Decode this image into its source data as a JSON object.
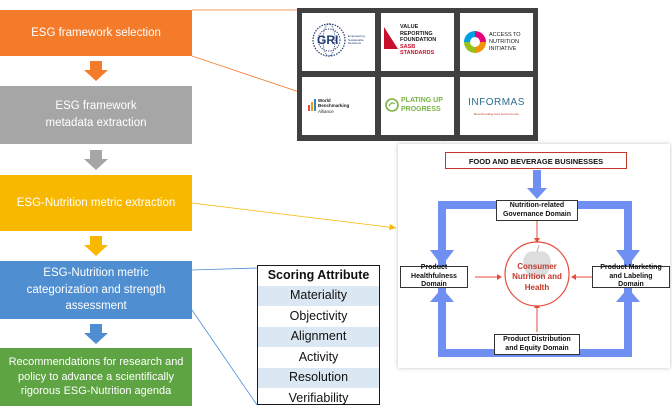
{
  "steps": [
    {
      "label": "ESG framework selection",
      "color": "#f47b2a"
    },
    {
      "label": "ESG framework\nmetadata  extraction",
      "color": "#a6a6a6"
    },
    {
      "label": "ESG-Nutrition metric extraction",
      "color": "#f9b800"
    },
    {
      "label": "ESG-Nutrition metric categorization and strength assessment",
      "color": "#4f8ed0"
    },
    {
      "label": "Recommendations for research and policy to advance a scientifically rigorous ESG-Nutrition agenda",
      "color": "#5ea443"
    }
  ],
  "logos": {
    "gri": {
      "name": "GRI",
      "tagline": "Empowering Sustainable Decisions"
    },
    "vrf": {
      "line1": "VALUE",
      "line2": "REPORTING",
      "line3": "FOUNDATION",
      "line4": "SASB",
      "line5": "STANDARDS"
    },
    "atni": {
      "line1": "ACCESS TO",
      "line2": "NUTRITION",
      "line3": "INITIATIVE"
    },
    "wba": {
      "line1": "World",
      "line2": "Benchmarking",
      "line3": "Alliance"
    },
    "plating": {
      "line1": "PLATING UP",
      "line2": "PROGRESS"
    },
    "informas": {
      "name": "INFORMAS",
      "tagline": "Benchmarking food environments"
    }
  },
  "scoring": {
    "title": "Scoring Attribute",
    "attributes": [
      "Materiality",
      "Objectivity",
      "Alignment",
      "Activity",
      "Resolution",
      "Verifiability"
    ]
  },
  "framework": {
    "header": "FOOD AND BEVERAGE BUSINESSES",
    "top": "Nutrition-related Governance Domain",
    "left": "Product Healthfulness Domain",
    "right": "Product Marketing and Labeling Domain",
    "bottom": "Product Distribution and Equity Domain",
    "center": "Consumer Nutrition and Health"
  },
  "colors": {
    "arrow_blue": "#6f8ff3",
    "header_border": "#c0392b",
    "orange": "#f47b2a",
    "gray": "#a6a6a6",
    "yellow": "#f9b800",
    "blue": "#4f8ed0",
    "green": "#5ea443"
  }
}
